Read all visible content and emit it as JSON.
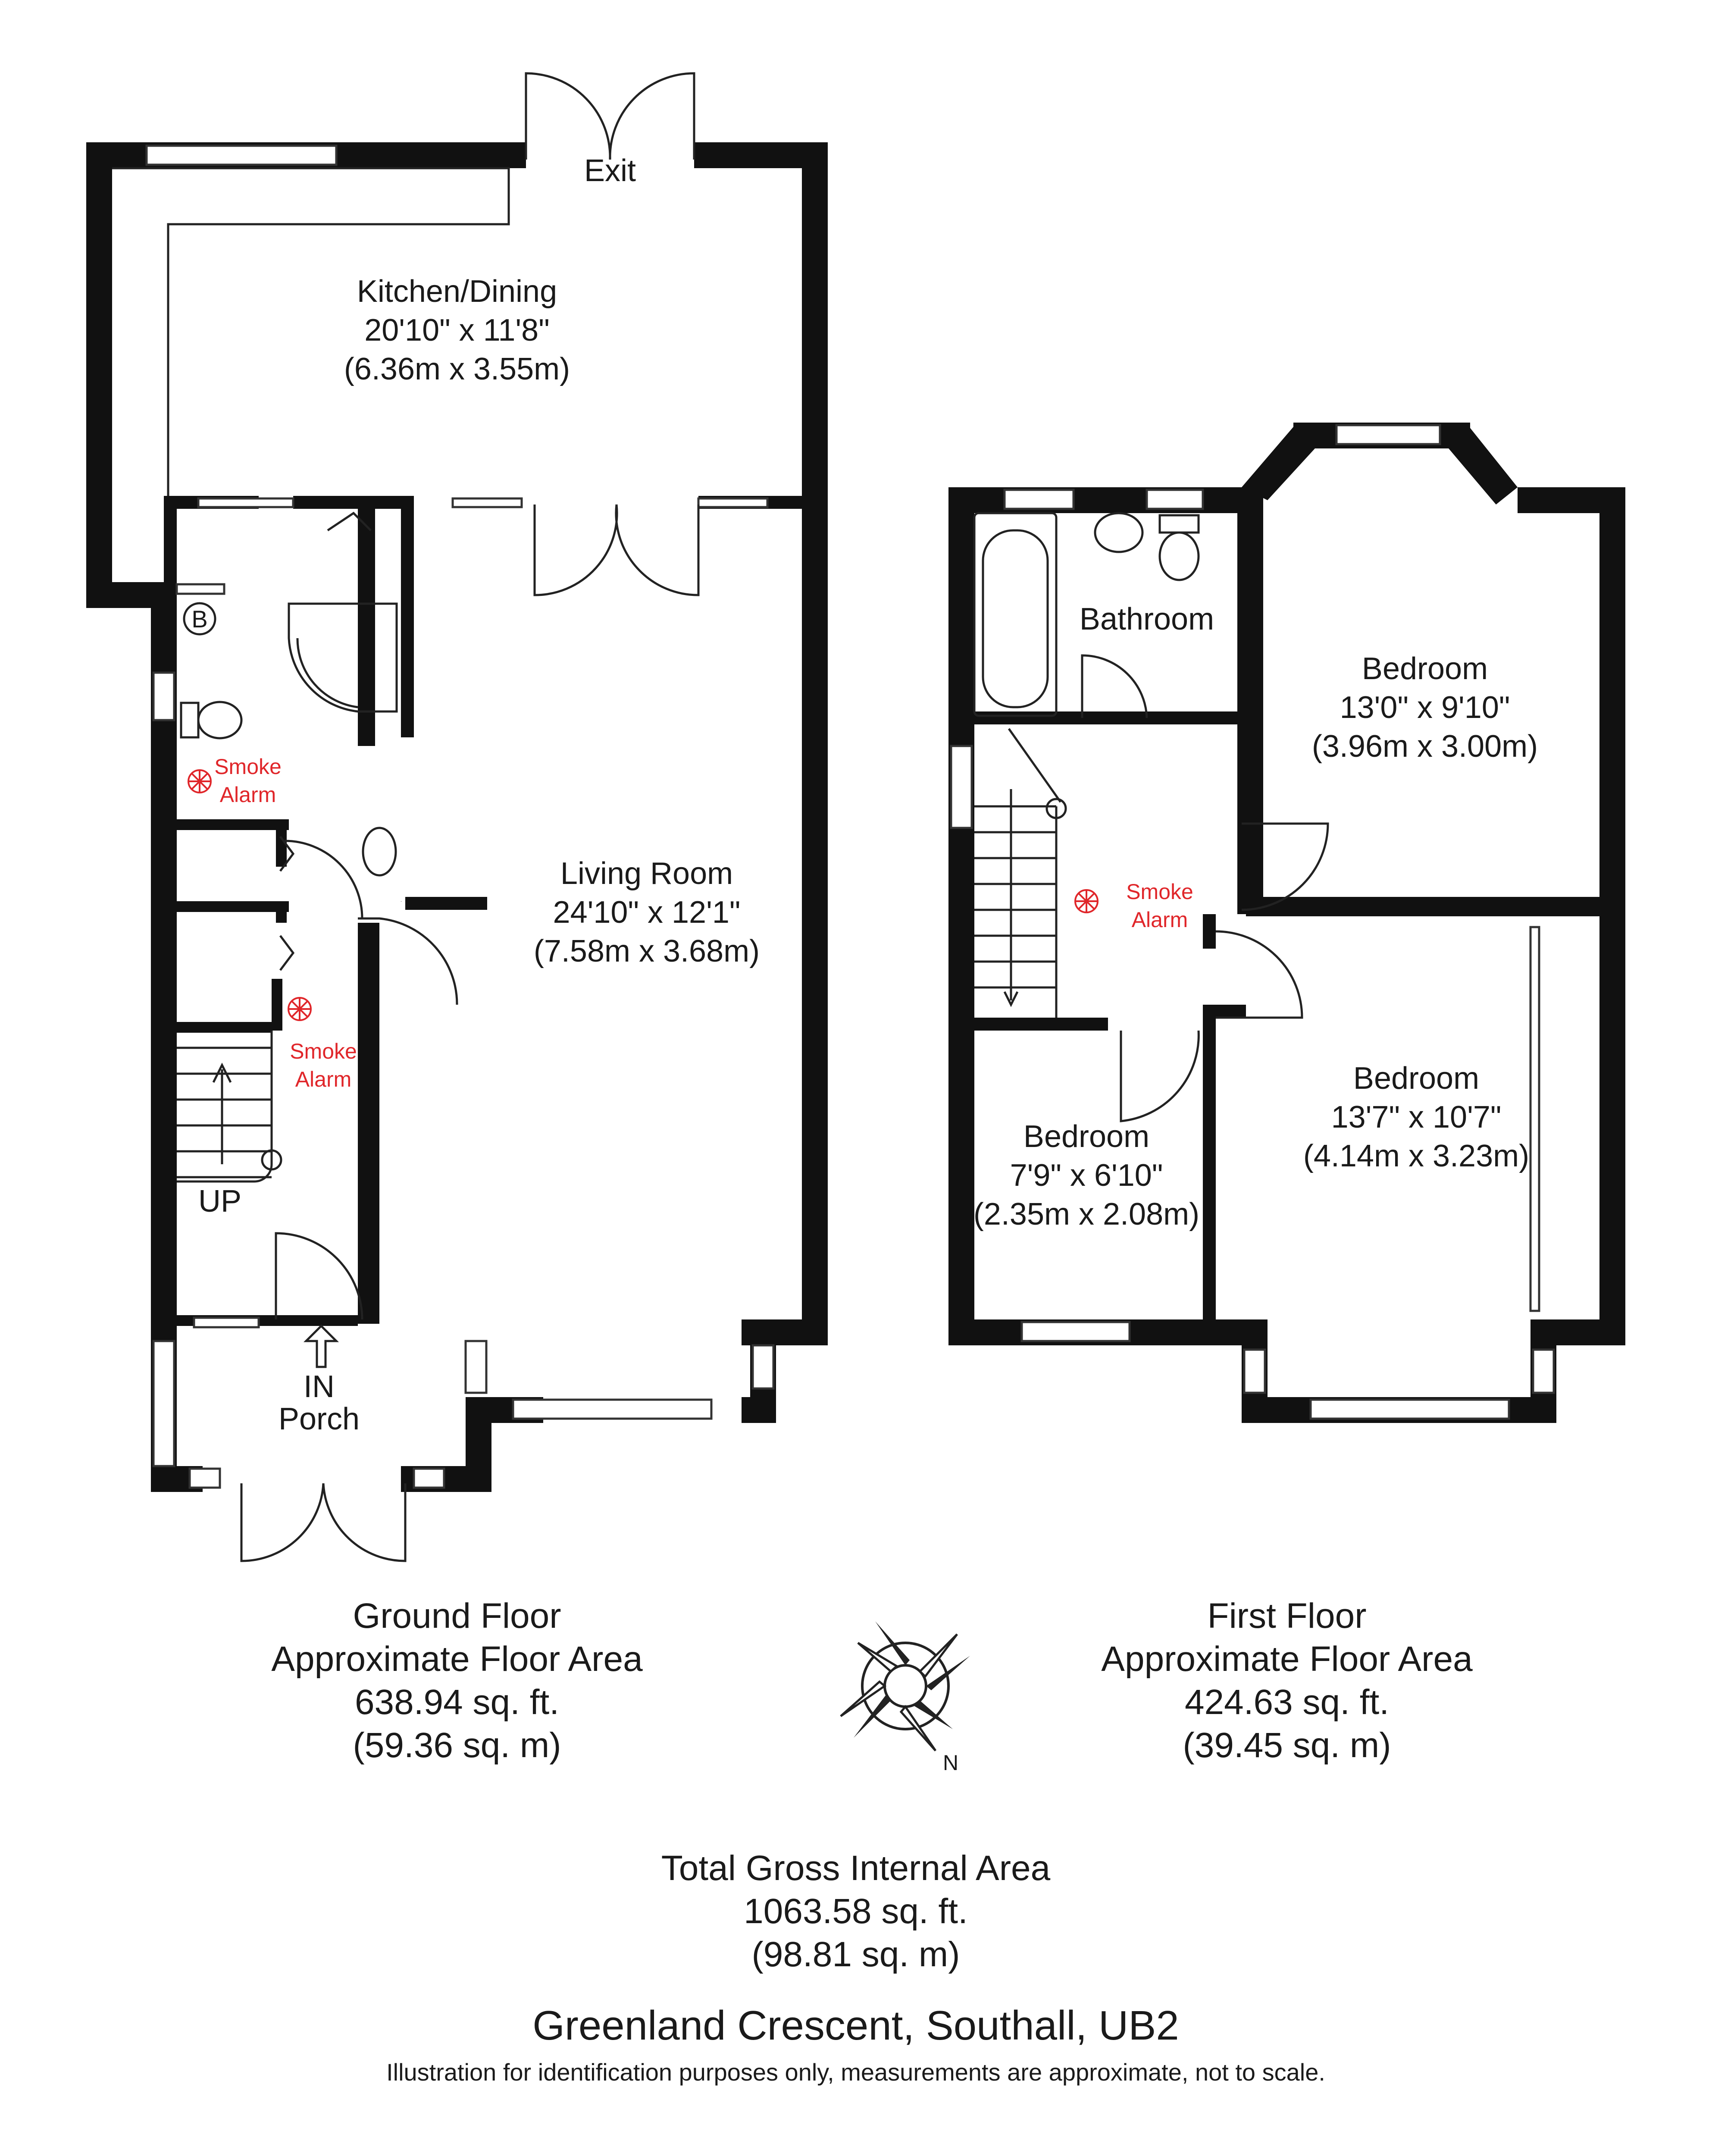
{
  "ground_floor": {
    "rooms": {
      "kitchen": {
        "name": "Kitchen/Dining",
        "imperial": "20'10\" x 11'8\"",
        "metric": "(6.36m x 3.55m)"
      },
      "living": {
        "name": "Living Room",
        "imperial": "24'10\" x 12'1\"",
        "metric": "(7.58m x 3.68m)"
      },
      "porch": {
        "name": "Porch"
      }
    },
    "exit_label": "Exit",
    "in_label": "IN",
    "up_label": "UP",
    "boiler_label": "B",
    "smoke_alarm": {
      "line1": "Smoke",
      "line2": "Alarm"
    },
    "area_caption": {
      "title": "Ground Floor",
      "subtitle": "Approximate Floor Area",
      "sqft": "638.94 sq. ft.",
      "sqm": "(59.36 sq. m)"
    }
  },
  "first_floor": {
    "rooms": {
      "bathroom": {
        "name": "Bathroom"
      },
      "bedroom1": {
        "name": "Bedroom",
        "imperial": "13'0\" x 9'10\"",
        "metric": "(3.96m x 3.00m)"
      },
      "bedroom2": {
        "name": "Bedroom",
        "imperial": "13'7\" x 10'7\"",
        "metric": "(4.14m x 3.23m)"
      },
      "bedroom3": {
        "name": "Bedroom",
        "imperial": "7'9\" x 6'10\"",
        "metric": "(2.35m x 2.08m)"
      }
    },
    "smoke_alarm": {
      "line1": "Smoke",
      "line2": "Alarm"
    },
    "area_caption": {
      "title": "First Floor",
      "subtitle": "Approximate Floor Area",
      "sqft": "424.63 sq. ft.",
      "sqm": "(39.45 sq. m)"
    }
  },
  "compass": {
    "north_label": "N"
  },
  "total": {
    "title": "Total Gross Internal Area",
    "sqft": "1063.58 sq. ft.",
    "sqm": "(98.81 sq. m)"
  },
  "address": "Greenland Crescent, Southall, UB2",
  "disclaimer": "Illustration for identification purposes only, measurements are approximate, not to scale.",
  "colors": {
    "walls": "#111111",
    "alarm": "#e0262a",
    "background": "#ffffff"
  }
}
